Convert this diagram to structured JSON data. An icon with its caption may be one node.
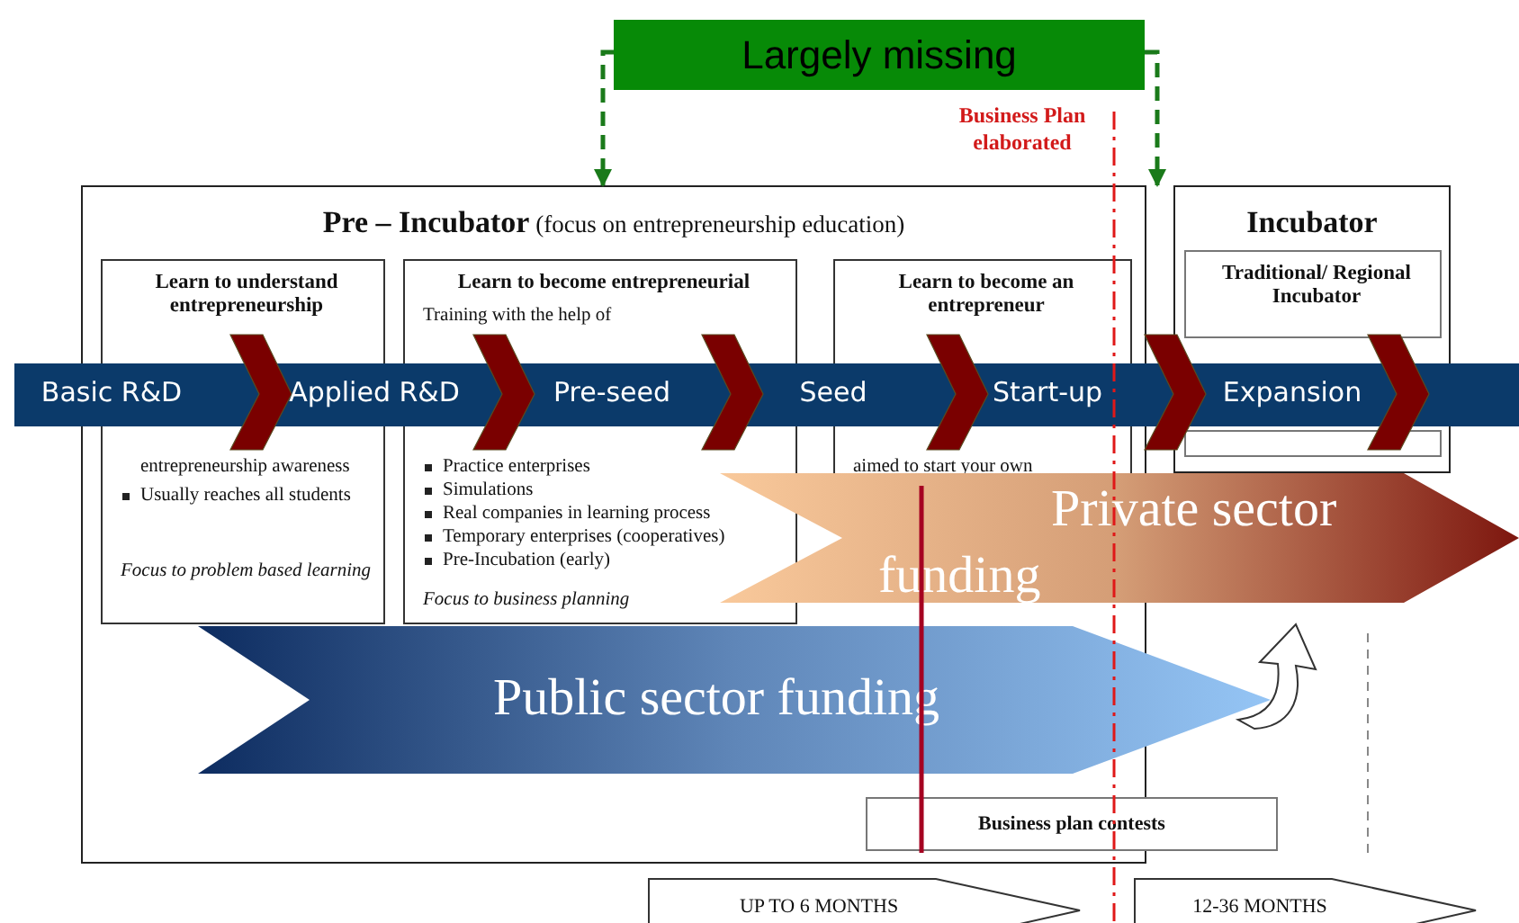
{
  "diagram": {
    "nodes": [
      {
        "text": [
          "Largely missing"
        ]
      },
      {
        "text": [
          "Business Plan elaborated"
        ]
      },
      {
        "text": [
          "**Pre – Incubator** (focus on entrepreneurship education)"
        ]
      },
      {
        "text": [
          "Learn to understand entrepreneurship",
          "entrepreneurship awareness",
          "Usually reaches all students",
          "Focus to problem based learning"
        ],
        "in": 2
      },
      {
        "text": [
          "Learn to become entrepreneurial",
          "Training with the help of",
          "Practice enterprises",
          "Simulations",
          "Real companies in learning process",
          "Temporary enterprises (cooperatives)",
          "Pre-Incubation (early)",
          "Focus to business planning"
        ],
        "in": 2
      },
      {
        "text": [
          "Learn to become an entrepreneur",
          "aimed to start your own"
        ],
        "in": 2
      },
      {
        "text": [
          "Incubator"
        ]
      },
      {
        "text": [
          "Traditional/ Regional Incubator"
        ],
        "in": 6
      },
      {
        "text": [],
        "shape": "box",
        "in": 6
      },
      {
        "text": [
          "Private sector funding"
        ]
      },
      {
        "text": [
          "Public sector funding"
        ]
      },
      {
        "text": [
          "Business plan contests"
        ]
      },
      {
        "text": [
          "UP TO 6 MONTHS"
        ]
      },
      {
        "text": [
          "12-36 MONTHS"
        ]
      }
    ],
    "edges": [
      {
        "from": 0,
        "to": 2,
        "arrow": "to",
        "style": "dashed",
        "color": "#1a7a1a"
      },
      {
        "from": 0,
        "to": 6,
        "arrow": "to",
        "style": "dashed",
        "color": "#1a7a1a"
      }
    ],
    "labels": [
      "Basic R&D",
      "Applied R&D",
      "Pre-seed",
      "Seed",
      "Start-up",
      "Expansion"
    ]
  }
}
